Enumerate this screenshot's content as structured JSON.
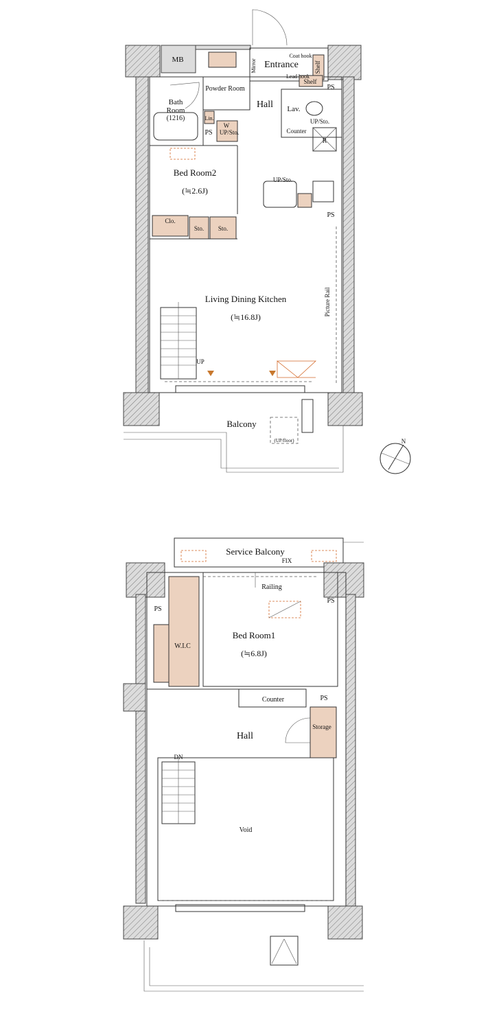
{
  "floor1": {
    "mb": "MB",
    "entrance": "Entrance",
    "coat_hook": "Coat hook",
    "shelf_top": "Shelf",
    "shelf_mid": "Shelf",
    "lead_hook": "Lead hook",
    "mirror": "Mirror",
    "powder_room": "Powder Room",
    "ps_right": "PS",
    "bath_room": "Bath",
    "bath_room2": "Room",
    "bath_size": "(1216)",
    "lin": "Lin.",
    "ps_bath": "PS",
    "w": "W",
    "up_sto_small": "UP/Sto.",
    "hall": "Hall",
    "lav": "Lav.",
    "up_sto_lav": "UP/Sto.",
    "counter": "Counter",
    "r": "R",
    "bed_room2": "Bed Room2",
    "bed_room2_size": "(≒2.6J)",
    "up_sto_kitchen": "UP/Sto.",
    "ps_kitchen": "PS",
    "clo": "Clo.",
    "sto1": "Sto.",
    "sto2": "Sto.",
    "ldk": "Living Dining Kitchen",
    "ldk_size": "(≒16.8J)",
    "picture_rail": "Picture Rail",
    "up": "UP",
    "balcony": "Balcony",
    "up_floor": "(UP/floor)",
    "compass_n": "N"
  },
  "floor2": {
    "service_balcony": "Service Balcony",
    "fix": "FIX",
    "railing": "Railing",
    "ps_top": "PS",
    "ps_left": "PS",
    "wic": "W.I.C",
    "bed_room1": "Bed Room1",
    "bed_room1_size": "(≒6.8J)",
    "counter": "Counter",
    "ps_storage": "PS",
    "storage": "Storage",
    "hall": "Hall",
    "dn": "DN",
    "void": "Void"
  }
}
